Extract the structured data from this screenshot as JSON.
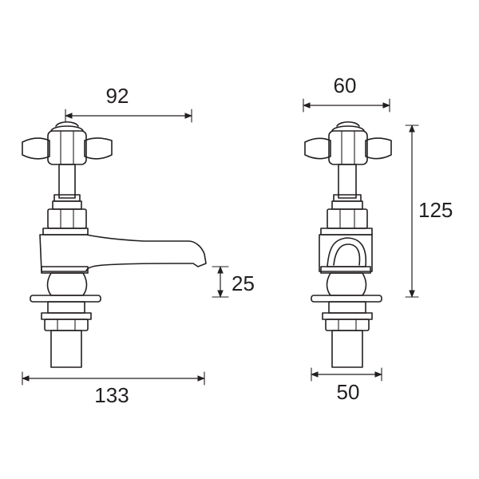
{
  "drawing": {
    "side_view": {
      "width_to_handle": "92",
      "spout_height": "25",
      "overall_length": "133"
    },
    "front_view": {
      "handle_width": "60",
      "overall_height": "125",
      "base_width": "50"
    },
    "line_color": "#231f20"
  }
}
